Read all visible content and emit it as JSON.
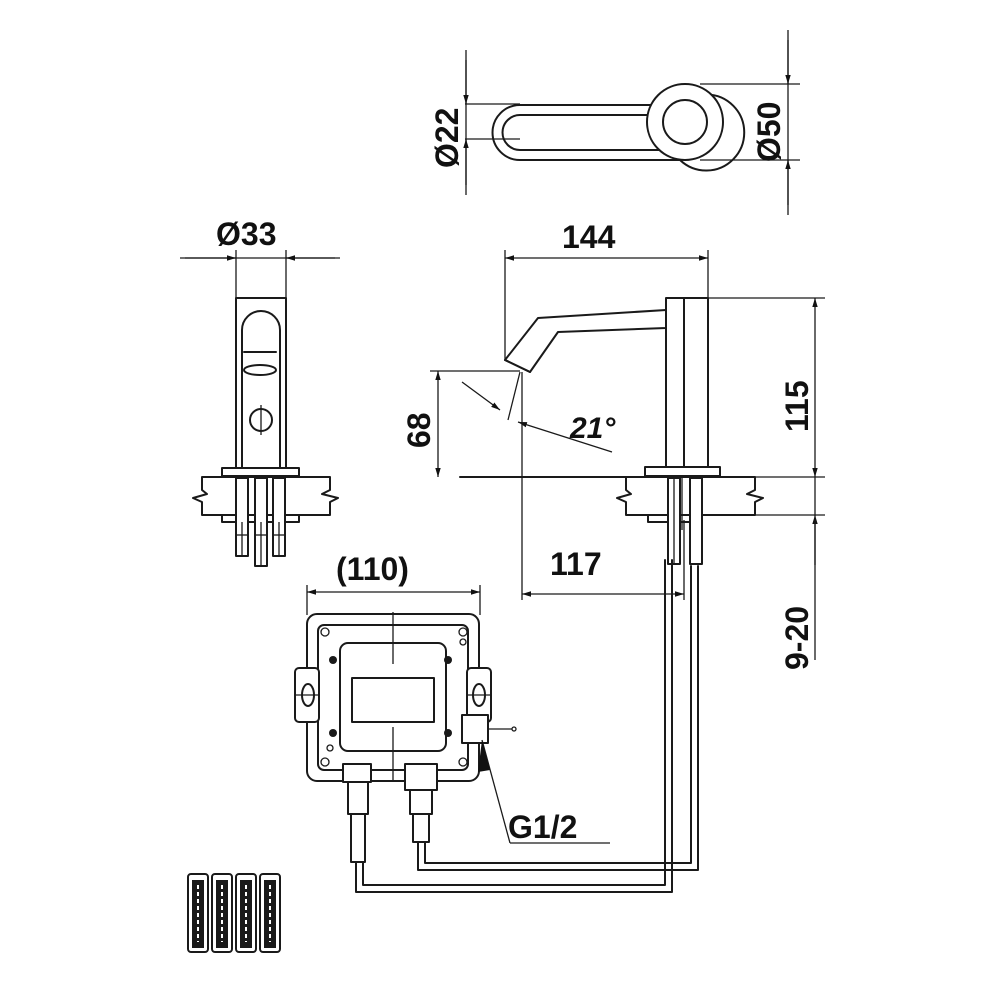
{
  "dimensions": {
    "d22": "Ø22",
    "d50": "Ø50",
    "d33": "Ø33",
    "d144": "144",
    "d115": "115",
    "d68": "68",
    "d117": "117",
    "d9_20": "9-20",
    "d110": "(110)",
    "angle": "21°",
    "thread": "G1/2"
  },
  "icons": {
    "batteries": "battery-icon",
    "control_box": "control-box-icon",
    "faucet": "faucet-icon"
  },
  "colors": {
    "line": "#1a1a1a",
    "background": "#ffffff"
  }
}
